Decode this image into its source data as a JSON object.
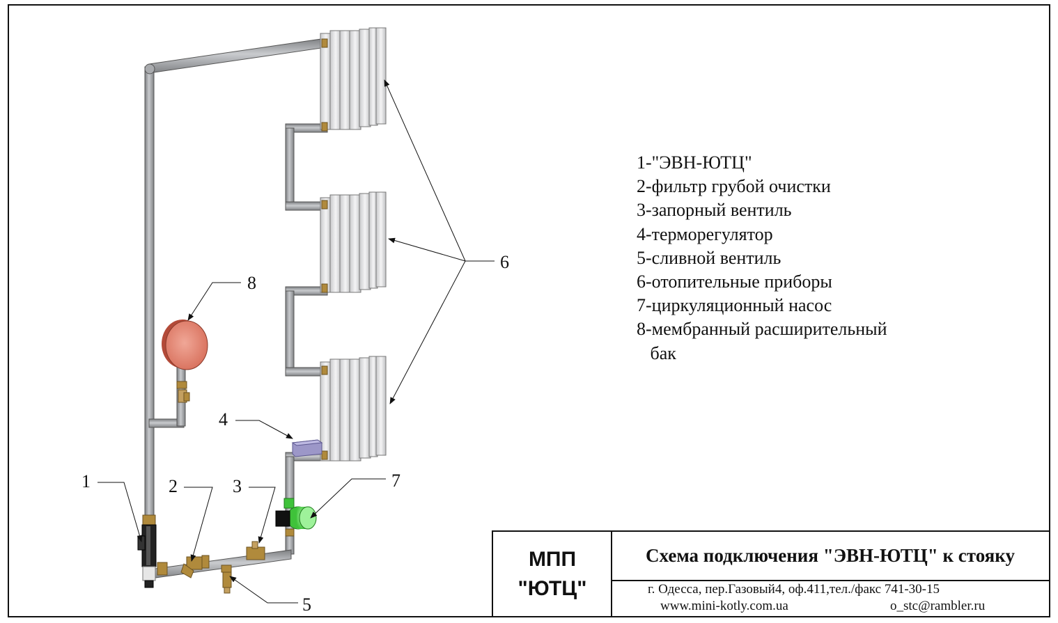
{
  "legend": {
    "items": [
      "1-\"ЭВН-ЮТЦ\"",
      "2-фильтр грубой очистки",
      "3-запорный вентиль",
      "4-терморегулятор",
      "5-сливной вентиль",
      "6-отопительные приборы",
      "7-циркуляционный насос",
      "8-мембранный расширительный",
      "   бак"
    ]
  },
  "callouts": {
    "c1": "1",
    "c2": "2",
    "c3": "3",
    "c4": "4",
    "c5": "5",
    "c6": "6",
    "c7": "7",
    "c8": "8"
  },
  "title_block": {
    "org_line1": "МПП",
    "org_line2": "\"ЮТЦ\"",
    "title": "Схема подключения \"ЭВН-ЮТЦ\" к стояку",
    "address": "г. Одесса, пер.Газовый4, оф.411,тел./факс 741-30-15",
    "website": "www.mini-kotly.com.ua",
    "email": "o_stc@rambler.ru"
  },
  "colors": {
    "pipe": "#a9abae",
    "pipe_edge": "#555555",
    "radiator": "#e9eaec",
    "fitting": "#b08a3c",
    "expansion_tank": "#e88a78",
    "pump": "#6fe06a",
    "thermoregulator": "#9c97c8",
    "line": "#111111"
  }
}
